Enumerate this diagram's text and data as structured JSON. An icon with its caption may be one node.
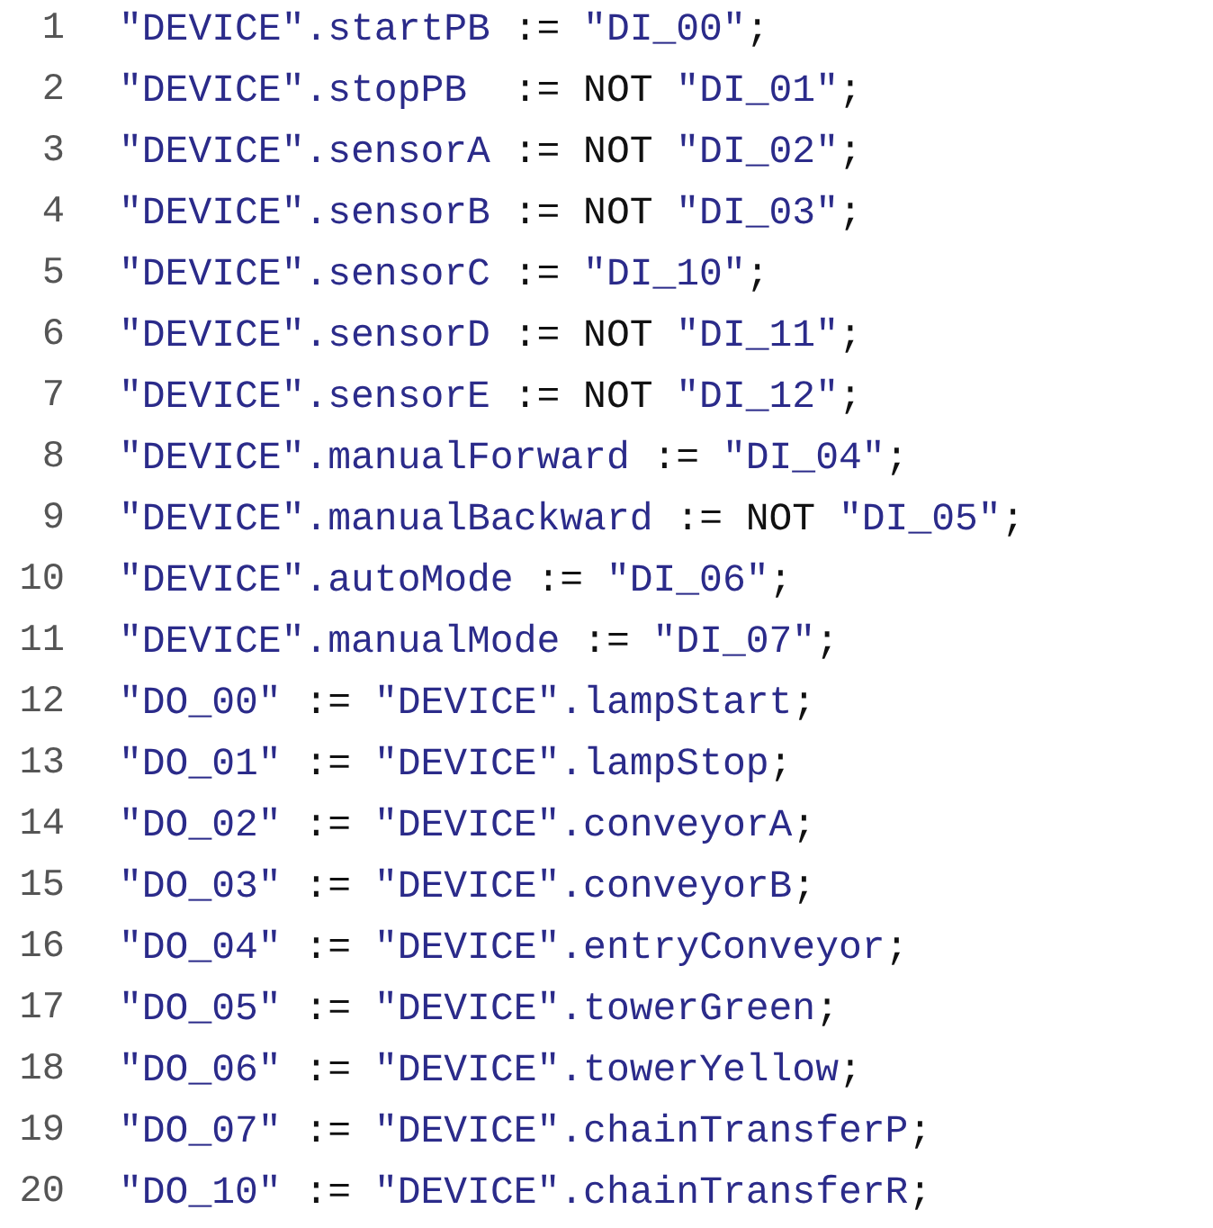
{
  "diagram": {
    "labels": [
      "1",
      "\"DEVICE\".startPB := \"DI_00\";",
      "2",
      "\"DEVICE\".stopPB  := NOT \"DI_01\";",
      "3",
      "\"DEVICE\".sensorA := NOT \"DI_02\";",
      "4",
      "\"DEVICE\".sensorB := NOT \"DI_03\";",
      "5",
      "\"DEVICE\".sensorC := \"DI_10\";",
      "6",
      "\"DEVICE\".sensorD := NOT \"DI_11\";",
      "7",
      "\"DEVICE\".sensorE := NOT \"DI_12\";",
      "8",
      "\"DEVICE\".manualForward := \"DI_04\";",
      "9",
      "\"DEVICE\".manualBackward := NOT \"DI_05\";",
      "10",
      "\"DEVICE\".autoMode := \"DI_06\";",
      "11",
      "\"DEVICE\".manualMode := \"DI_07\";",
      "12",
      "\"DO_00\" := \"DEVICE\".lampStart;",
      "13",
      "\"DO_01\" := \"DEVICE\".lampStop;",
      "14",
      "\"DO_02\" := \"DEVICE\".conveyorA;",
      "15",
      "\"DO_03\" := \"DEVICE\".conveyorB;",
      "16",
      "\"DO_04\" := \"DEVICE\".entryConveyor;",
      "17",
      "\"DO_05\" := \"DEVICE\".towerGreen;",
      "18",
      "\"DO_06\" := \"DEVICE\".towerYellow;",
      "19",
      "\"DO_07\" := \"DEVICE\".chainTransferP;",
      "20",
      "\"DO_10\" := \"DEVICE\".chainTransferR;"
    ]
  }
}
